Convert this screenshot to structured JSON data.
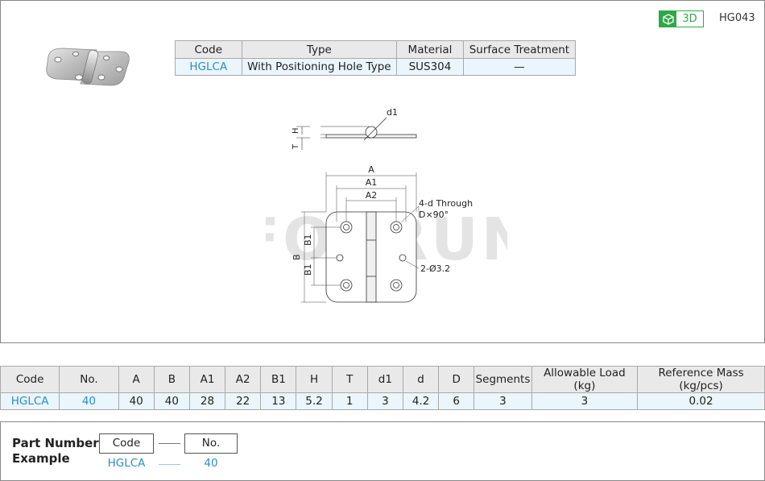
{
  "header": {
    "badge_3d_label": "3D",
    "product_code": "HG043"
  },
  "info_table": {
    "headers": [
      "Code",
      "Type",
      "Material",
      "Surface Treatment"
    ],
    "row": [
      "HGLCA",
      "With Positioning Hole Type",
      "SUS304",
      "—"
    ]
  },
  "drawing": {
    "watermark": "FORRUN",
    "labels": {
      "d1": "d1",
      "H": "H",
      "T": "T",
      "A": "A",
      "A1": "A1",
      "A2": "A2",
      "B": "B",
      "B1_top": "B1",
      "B1_bottom": "B1",
      "through": "4-d Through",
      "countersink": "D×90°",
      "pin_holes": "2-Ø3.2"
    }
  },
  "spec_table": {
    "headers": [
      "Code",
      "No.",
      "A",
      "B",
      "A1",
      "A2",
      "B1",
      "H",
      "T",
      "d1",
      "d",
      "D",
      "Segments",
      "Allowable Load (kg)",
      "Reference Mass (kg/pcs)"
    ],
    "row": [
      "HGLCA",
      "40",
      "40",
      "40",
      "28",
      "22",
      "13",
      "5.2",
      "1",
      "3",
      "4.2",
      "6",
      "3",
      "3",
      "0.02"
    ]
  },
  "part_number": {
    "title_line1": "Part Number",
    "title_line2": "Example",
    "code_label": "Code",
    "no_label": "No.",
    "code_value": "HGLCA",
    "no_value": "40"
  },
  "colors": {
    "accent_blue": "#2a8ec8",
    "badge_green": "#2fa84a",
    "header_gray": "#e9e9e9",
    "cell_blue": "#eaf5fc"
  },
  "icons": {
    "badge": "cube-icon",
    "product": "hinge-photo"
  }
}
